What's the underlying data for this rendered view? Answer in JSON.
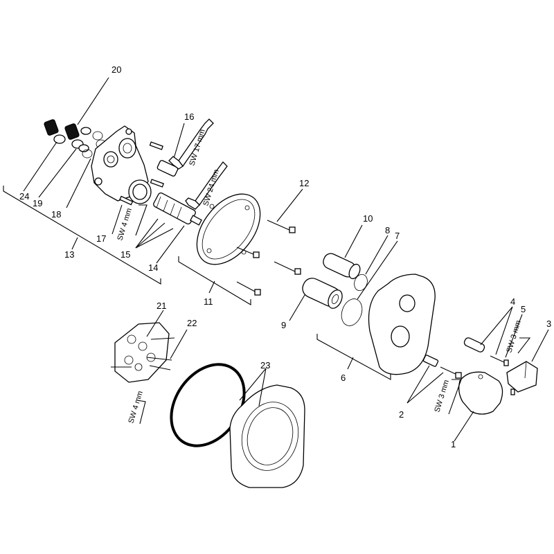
{
  "labels": {
    "p1": "1",
    "p2": "2",
    "p3": "3",
    "p4": "4",
    "p5": "5",
    "p6": "6",
    "p7": "7",
    "p8": "8",
    "p9": "9",
    "p10": "10",
    "p11": "11",
    "p12": "12",
    "p13": "13",
    "p14": "14",
    "p15": "15",
    "p16": "16",
    "p17": "17",
    "p18": "18",
    "p19": "19",
    "p20": "20",
    "p21": "21",
    "p22": "22",
    "p23": "23",
    "p24": "24"
  },
  "tools": {
    "sw17": "SW 17 mm",
    "sw24": "SW 24 mm",
    "sw4a": "SW 4 mm",
    "sw4b": "SW 4 mm",
    "sw3a": "SW 3 mm",
    "sw3b": "SW 3 mm"
  }
}
